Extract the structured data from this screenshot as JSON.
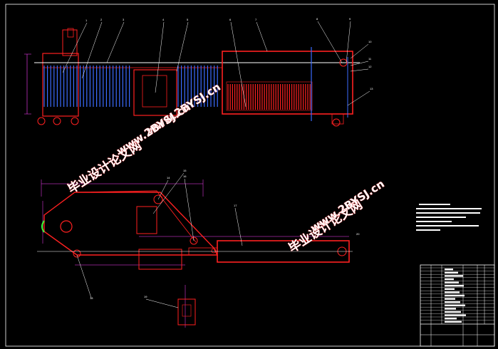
{
  "drawing": {
    "frame_color": "#ffffff",
    "colors": {
      "background": "#000000",
      "frame": "#ffffff",
      "part_outline": "#ff2020",
      "centerline": "#ffffff",
      "blade": "#3b6cff",
      "dimension": "#ff40ff",
      "leader": "#ffffff",
      "watermark_fill": "#ffffff",
      "watermark_stroke": "#e02020"
    }
  },
  "watermarks": [
    {
      "text": "毕业设计论文网"
    },
    {
      "text": "www.2BYSJ.cn"
    },
    {
      "text": "毕业设计论文网"
    },
    {
      "text": "www.2BYSJ.cn"
    },
    {
      "text": "www.2BYSJ.cn"
    }
  ],
  "callouts": [
    "1",
    "2",
    "3",
    "4",
    "5",
    "6",
    "7",
    "8",
    "9",
    "10",
    "11",
    "12",
    "13",
    "14",
    "15",
    "16",
    "17",
    "18",
    "19",
    "20"
  ],
  "title_block": {
    "visible_text": ""
  }
}
